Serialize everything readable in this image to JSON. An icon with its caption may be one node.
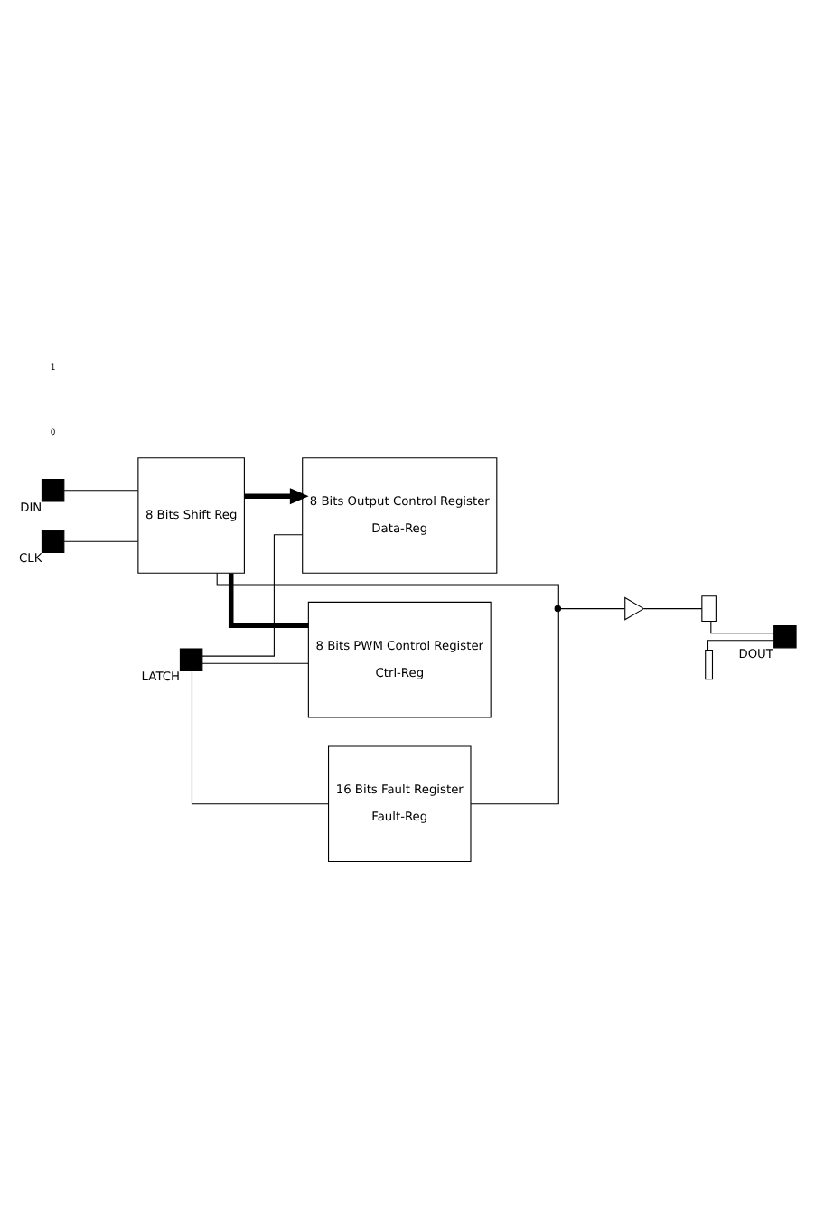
{
  "diagram": {
    "nodes": [
      {
        "text": [],
        "shape": "box",
        "beside": [
          "LATCH"
        ]
      },
      {
        "text": [],
        "shape": "box",
        "beside": [
          "DIN"
        ]
      },
      {
        "text": [],
        "shape": "box",
        "beside": [
          "CLK"
        ]
      },
      {
        "text": [
          "8 Bits Shift Reg"
        ]
      },
      {
        "text": [
          "8 Bits Output Control Register",
          "Data-Reg"
        ]
      },
      {
        "text": [
          "8 Bits PWM Control Register",
          "Ctrl-Reg"
        ]
      },
      {
        "text": [
          "16 Bits Fault Register",
          "Fault-Reg"
        ]
      },
      {
        "text": [],
        "shape": "box",
        "beside": [
          "DOUT"
        ]
      },
      {
        "text": [],
        "shape": "switch"
      },
      {
        "text": [],
        "shape": "triangle"
      },
      {
        "text": [],
        "shape": "transistor"
      },
      {
        "text": [],
        "shape": "resistor"
      }
    ],
    "edges": [
      {
        "from": 0,
        "to": 4,
        "arrow": "none"
      },
      {
        "from": 0,
        "to": 5,
        "arrow": "none"
      },
      {
        "from": 0,
        "to": 6,
        "arrow": "none"
      },
      {
        "from": 1,
        "to": 3,
        "arrow": "none"
      },
      {
        "from": 2,
        "to": 3,
        "arrow": "none"
      },
      {
        "from": 3,
        "to": 4,
        "arrow": "to",
        "style": "thick"
      },
      {
        "from": 3,
        "to": 5,
        "arrow": "none",
        "style": "thick"
      },
      {
        "from": 3,
        "to": 8,
        "arrow": "none"
      },
      {
        "from": 6,
        "to": 8,
        "arrow": "none"
      },
      {
        "from": 8,
        "to": 9,
        "arrow": "none"
      },
      {
        "from": 9,
        "to": 10,
        "arrow": "none"
      },
      {
        "from": 10,
        "to": 7,
        "arrow": "none"
      },
      {
        "from": 11,
        "to": 7,
        "arrow": "none"
      }
    ],
    "labels": [
      "0",
      "1"
    ]
  }
}
